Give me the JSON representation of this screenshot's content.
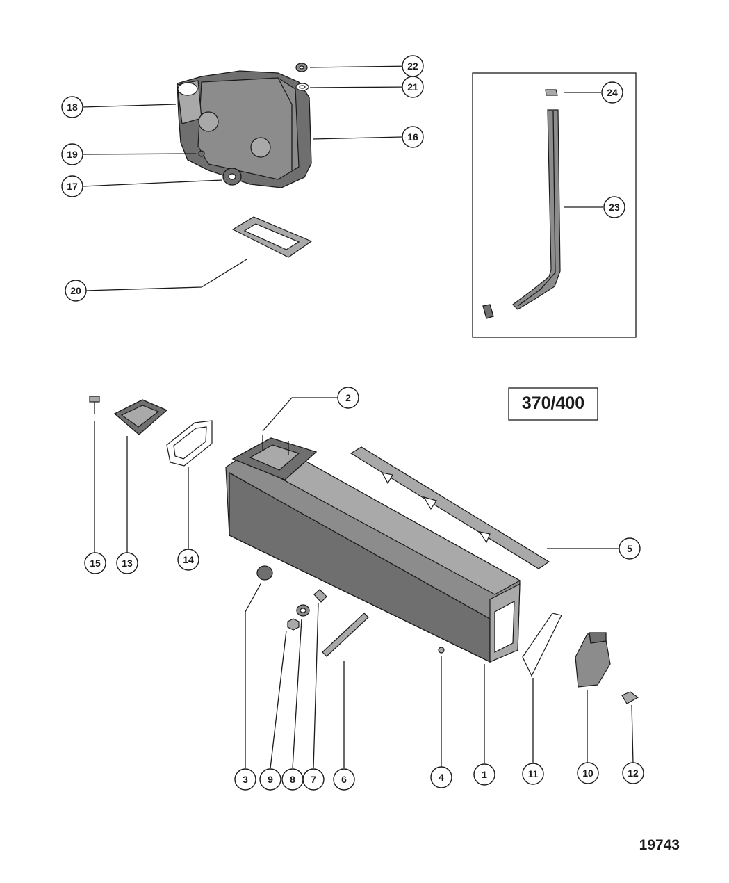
{
  "model_label": "370/400",
  "figure_number": "19743",
  "callouts": [
    {
      "number": "1"
    },
    {
      "number": "2"
    },
    {
      "number": "3"
    },
    {
      "number": "4"
    },
    {
      "number": "5"
    },
    {
      "number": "6"
    },
    {
      "number": "7"
    },
    {
      "number": "8"
    },
    {
      "number": "9"
    },
    {
      "number": "10"
    },
    {
      "number": "11"
    },
    {
      "number": "12"
    },
    {
      "number": "13"
    },
    {
      "number": "14"
    },
    {
      "number": "15"
    },
    {
      "number": "16"
    },
    {
      "number": "17"
    },
    {
      "number": "18"
    },
    {
      "number": "19"
    },
    {
      "number": "20"
    },
    {
      "number": "21"
    },
    {
      "number": "22"
    },
    {
      "number": "23"
    },
    {
      "number": "24"
    }
  ]
}
